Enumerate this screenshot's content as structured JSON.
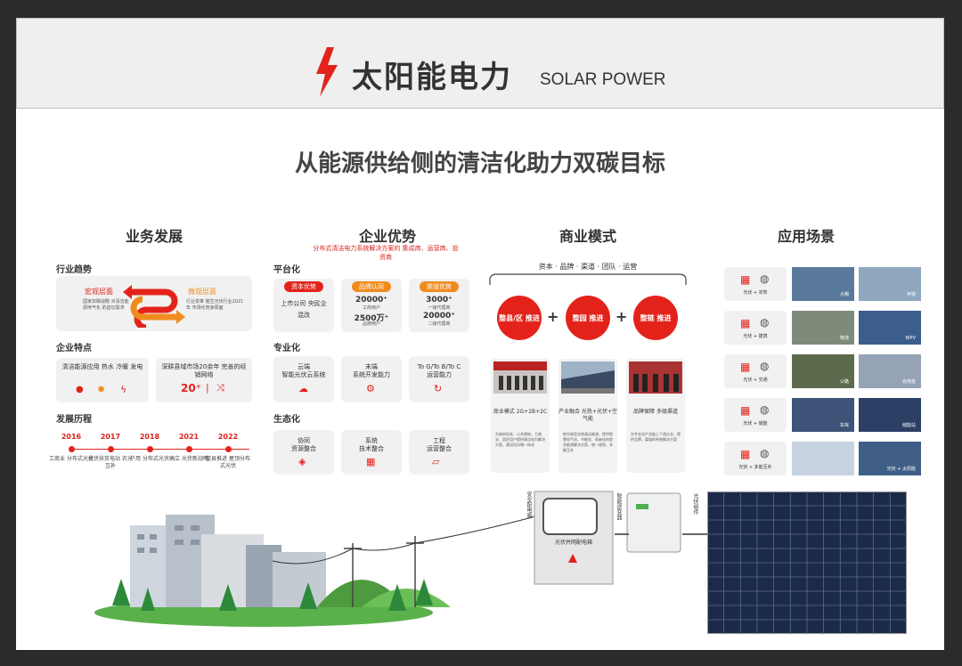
{
  "header": {
    "title": "太阳能电力",
    "subtitle": "SOLAR POWER"
  },
  "main_title": "从能源供给侧的清洁化助力双碳目标",
  "business": {
    "heading": "业务发展",
    "trend_label": "行业趋势",
    "macro": {
      "title": "宏观层面",
      "desc": "国家双碳战略 对清洁能源电气化 的迫切需求"
    },
    "micro": {
      "title": "微观层面",
      "desc": "行业变革 催生光伏行业2021年 市场化竞争局面"
    },
    "feature_label": "企业特点",
    "feature1": "清洁能源应用 热水 冷暖 发电",
    "feature2": "深耕县域市场20余年 完善的经销网络",
    "feature2_num": "20⁺",
    "history_label": "发展历程",
    "history": [
      {
        "year": "2016",
        "desc": "工商业 分布式光伏"
      },
      {
        "year": "2017",
        "desc": "光伏扶贫电站 农光互补"
      },
      {
        "year": "2018",
        "desc": "户用 分布式光伏"
      },
      {
        "year": "2021",
        "desc": "确立 光伏新战略"
      },
      {
        "year": "2022",
        "desc": "整县推进 屋顶分布式光伏"
      }
    ]
  },
  "advantage": {
    "heading": "企业优势",
    "subtitle": "分布式清洁电力系统解决方案的 集成商、运营商、投资商",
    "platform_label": "平台化",
    "platform": [
      {
        "tag": "资本优势",
        "text": "上市公司 央民企混改"
      },
      {
        "tag": "品牌认同",
        "n1": "20000⁺",
        "n1s": "工商用户",
        "n2": "2500万⁺",
        "n2s": "品牌用户"
      },
      {
        "tag": "渠道优势",
        "n1": "3000⁺",
        "n1s": "一级代理商",
        "n2": "20000⁺",
        "n2s": "二级代理商"
      }
    ],
    "pro_label": "专业化",
    "pro": [
      {
        "title": "云端",
        "text": "智能光伏云系统"
      },
      {
        "title": "末端",
        "text": "系统开发能力"
      },
      {
        "title": "To G/To B/To C",
        "text": "运营能力"
      }
    ],
    "eco_label": "生态化",
    "eco": [
      {
        "title": "协同",
        "text": "资源整合"
      },
      {
        "title": "系统",
        "text": "技术整合"
      },
      {
        "title": "工程",
        "text": "运营整合"
      }
    ]
  },
  "model": {
    "heading": "商业模式",
    "elements": "资本 · 品牌 · 渠道 · 团队 · 运营",
    "circles": [
      "整县/区 推进",
      "整园 推进",
      "整链 推进"
    ],
    "panels": [
      {
        "title": "商业模式 2G+2B+2C",
        "desc": "为政府机关、公共建筑、工商业、居民用户提供清洁电力解决方案，建设风光储一体化"
      },
      {
        "title": "产业融合 光热+光伏+空气能",
        "desc": "依托新型光热清洁能源，提供智慧电气化、节能化、低碳化的综合能源解决方案，统一规划、多能互补"
      },
      {
        "title": "品牌保障 多级渠道",
        "desc": "为专业化产业链上下游企业、提供品牌、渠道的系统解决方案"
      }
    ]
  },
  "application": {
    "heading": "应用场景",
    "rows": [
      {
        "icon": "光伏 + 农牧",
        "p1": "大棚",
        "p2": "养殖"
      },
      {
        "icon": "光伏 + 建筑",
        "p1": "物流",
        "p2": "BIPV"
      },
      {
        "icon": "光伏 + 交通",
        "p1": "公路",
        "p2": "充电桩"
      },
      {
        "icon": "光伏 + 储能",
        "p1": "车库",
        "p2": "储能站"
      },
      {
        "icon": "光伏 + 多能互补",
        "p1": "",
        "p2": "光伏 + 太阳能"
      }
    ]
  },
  "equipment": {
    "box_label": "安全配电箱",
    "box_text": "光伏并网配电箱",
    "inverter_label": "智能逆变器",
    "panel_label": "光伏组件"
  },
  "colors": {
    "accent": "#e3231b",
    "orange": "#f08c1e",
    "card": "#f1f1f1"
  }
}
